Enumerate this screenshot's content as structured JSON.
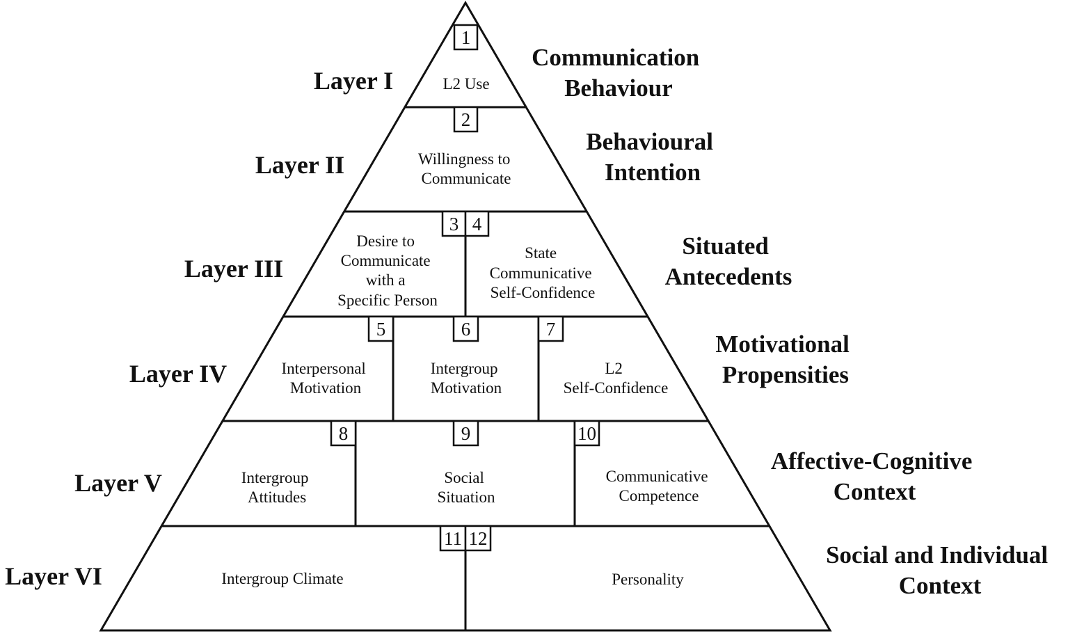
{
  "layers": [
    {
      "label": "Layer I",
      "caption": [
        "Communication",
        "Behaviour"
      ]
    },
    {
      "label": "Layer II",
      "caption": [
        "Behavioural",
        "Intention"
      ]
    },
    {
      "label": "Layer III",
      "caption": [
        "Situated",
        "Antecedents"
      ]
    },
    {
      "label": "Layer IV",
      "caption": [
        "Motivational",
        "Propensities"
      ]
    },
    {
      "label": "Layer V",
      "caption": [
        "Affective-Cognitive",
        "Context"
      ]
    },
    {
      "label": "Layer VI",
      "caption": [
        "Social and Individual",
        "Context"
      ]
    }
  ],
  "boxes": [
    {
      "number": "1",
      "text": [
        "L2 Use"
      ]
    },
    {
      "number": "2",
      "text": [
        "Willingness to",
        "Communicate"
      ]
    },
    {
      "number": "3",
      "text": [
        "Desire to",
        "Communicate",
        "with a",
        "Specific Person"
      ]
    },
    {
      "number": "4",
      "text": [
        "State",
        "Communicative",
        "Self-Confidence"
      ]
    },
    {
      "number": "5",
      "text": [
        "Interpersonal",
        "Motivation"
      ]
    },
    {
      "number": "6",
      "text": [
        "Intergroup",
        "Motivation"
      ]
    },
    {
      "number": "7",
      "text": [
        "L2",
        "Self-Confidence"
      ]
    },
    {
      "number": "8",
      "text": [
        "Intergroup",
        "Attitudes"
      ]
    },
    {
      "number": "9",
      "text": [
        "Social",
        "Situation"
      ]
    },
    {
      "number": "10",
      "text": [
        "Communicative",
        "Competence"
      ]
    },
    {
      "number": "11",
      "text": [
        "Intergroup Climate"
      ]
    },
    {
      "number": "12",
      "text": [
        "Personality"
      ]
    }
  ]
}
